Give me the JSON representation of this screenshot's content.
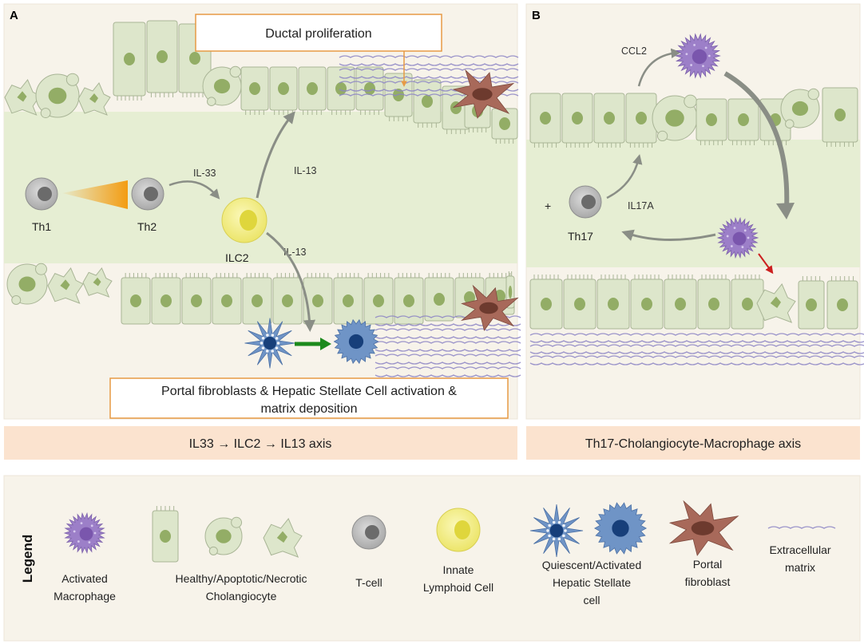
{
  "panel_a": {
    "letter": "A",
    "top_box": "Ductal proliferation",
    "cells": {
      "th1": "Th1",
      "th2": "Th2",
      "ilc2": "ILC2"
    },
    "cytokines": {
      "il33": "IL-33",
      "il13_up": "IL-13",
      "il13_down": "IL-13"
    },
    "bottom_box_line1": "Portal fibroblasts & Hepatic Stellate Cell activation &",
    "bottom_box_line2": "matrix deposition",
    "caption": "IL33 → ILC2 → IL13 axis"
  },
  "panel_b": {
    "letter": "B",
    "cytokines": {
      "ccl2": "CCL2",
      "il17a": "IL17A"
    },
    "plus": "+",
    "cells": {
      "th17": "Th17"
    },
    "caption": "Th17-Cholangiocyte-Macrophage axis"
  },
  "legend": {
    "title": "Legend",
    "items": [
      {
        "line1": "Activated",
        "line2": "Macrophage"
      },
      {
        "line1": "Healthy/Apoptotic/Necrotic",
        "line2": "Cholangiocyte"
      },
      {
        "line1": "T-cell",
        "line2": ""
      },
      {
        "line1": "Innate",
        "line2": "Lymphoid Cell"
      },
      {
        "line1": "Quiescent/Activated",
        "line2": "Hepatic Stellate",
        "line3": "cell"
      },
      {
        "line1": "Portal",
        "line2": "fibroblast"
      },
      {
        "line1": "Extracellular",
        "line2": "matrix"
      }
    ]
  },
  "colors": {
    "panel_bg": "#f7f3ea",
    "lumen": "#e6eed3",
    "cholangiocyte": "#dde6cb",
    "cell_outline": "#a9b596",
    "nucleus": "#93ad66",
    "caption_bar": "#fbe3cf",
    "box_border": "#e79a44",
    "tcell": "#b5b5b5",
    "ilc": "#f4f08b",
    "macrophage": "#9c7fc8",
    "stellate": "#6f94c6",
    "fibroblast": "#a8695a",
    "matrix": "#8c84c4",
    "arrow_grey": "#8a8e86",
    "arrow_green": "#1c8a1c",
    "arrow_red": "#cc1f1f"
  }
}
